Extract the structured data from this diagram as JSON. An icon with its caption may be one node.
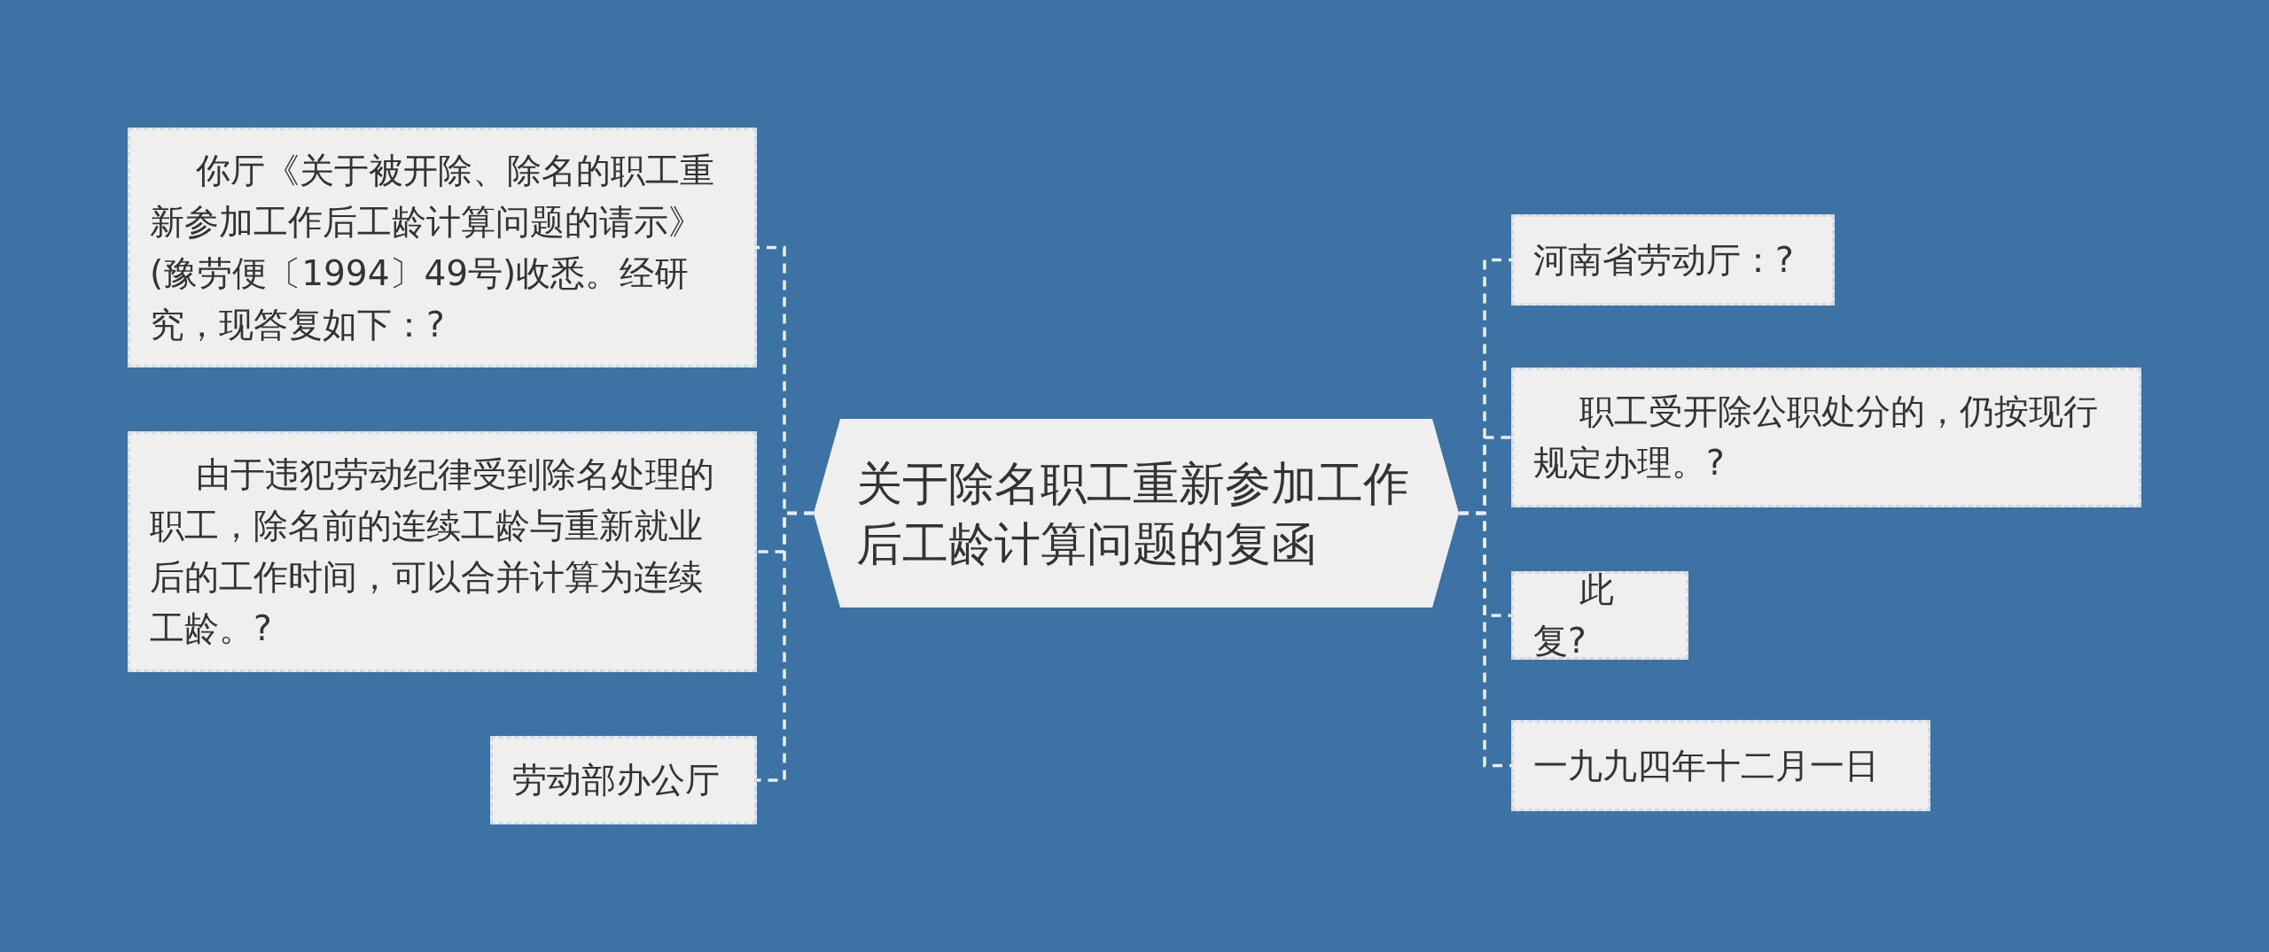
{
  "diagram": {
    "nodes": [
      {
        "text": [
          "关于除名职工重新参加工作后工龄计算问题的复函"
        ]
      },
      {
        "text": [
          "你厅《关于被开除、除名的职工重新参加工作后工龄计算问题的请示》(豫劳便〔1994〕49号)收悉。经研究，现答复如下：?"
        ]
      },
      {
        "text": [
          "由于违犯劳动纪律受到除名处理的职工，除名前的连续工龄与重新就业后的工作时间，可以合并计算为连续工龄。?"
        ]
      },
      {
        "text": [
          "劳动部办公厅"
        ]
      },
      {
        "text": [
          "河南省劳动厅：?"
        ]
      },
      {
        "text": [
          "职工受开除公职处分的，仍按现行规定办理。?"
        ]
      },
      {
        "text": [
          "此复?"
        ]
      },
      {
        "text": [
          "一九九四年十二月一日"
        ]
      }
    ],
    "edges": [
      {
        "from": 0,
        "to": 1,
        "arrow": "none",
        "style": "dashed"
      },
      {
        "from": 0,
        "to": 2,
        "arrow": "none",
        "style": "dashed"
      },
      {
        "from": 0,
        "to": 3,
        "arrow": "none",
        "style": "dashed"
      },
      {
        "from": 0,
        "to": 4,
        "arrow": "none",
        "style": "dashed"
      },
      {
        "from": 0,
        "to": 5,
        "arrow": "none",
        "style": "dashed"
      },
      {
        "from": 0,
        "to": 6,
        "arrow": "none",
        "style": "dashed"
      },
      {
        "from": 0,
        "to": 7,
        "arrow": "none",
        "style": "dashed"
      }
    ]
  }
}
